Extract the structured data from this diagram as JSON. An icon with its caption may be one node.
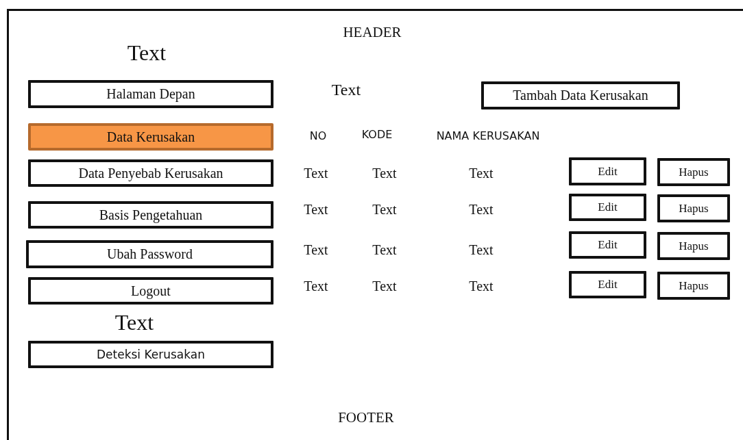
{
  "diagram": {
    "nodes": [
      {
        "text": [
          "HEADER",
          "FOOTER"
        ]
      },
      {
        "text": [
          "Halaman Depan"
        ],
        "in": 0
      },
      {
        "text": [
          "Data Kerusakan"
        ],
        "in": 0
      },
      {
        "text": [
          "Data Penyebab Kerusakan"
        ],
        "in": 0
      },
      {
        "text": [
          "Basis Pengetahuan"
        ],
        "in": 0
      },
      {
        "text": [
          "Ubah Password"
        ],
        "in": 0
      },
      {
        "text": [
          "Logout"
        ],
        "in": 0
      },
      {
        "text": [
          "Deteksi Kerusakan"
        ],
        "in": 0
      },
      {
        "text": [
          "Tambah Data Kerusakan"
        ],
        "in": 0
      },
      {
        "text": [
          "Edit"
        ],
        "in": 0
      },
      {
        "text": [
          "Hapus"
        ],
        "in": 0
      },
      {
        "text": [
          "Edit"
        ],
        "in": 0
      },
      {
        "text": [
          "Hapus"
        ],
        "in": 0
      },
      {
        "text": [
          "Edit"
        ],
        "in": 0
      },
      {
        "text": [
          "Hapus"
        ],
        "in": 0
      },
      {
        "text": [
          "Edit"
        ],
        "in": 0
      },
      {
        "text": [
          "Hapus"
        ],
        "in": 0
      }
    ],
    "edges": [],
    "labels": [
      "Text",
      "Text",
      "NO",
      "KODE",
      "NAMA KERUSAKAN",
      "Text",
      "Text",
      "Text",
      "Text",
      "Text",
      "Text",
      "Text",
      "Text",
      "Text",
      "Text",
      "Text",
      "Text",
      "Text"
    ]
  }
}
